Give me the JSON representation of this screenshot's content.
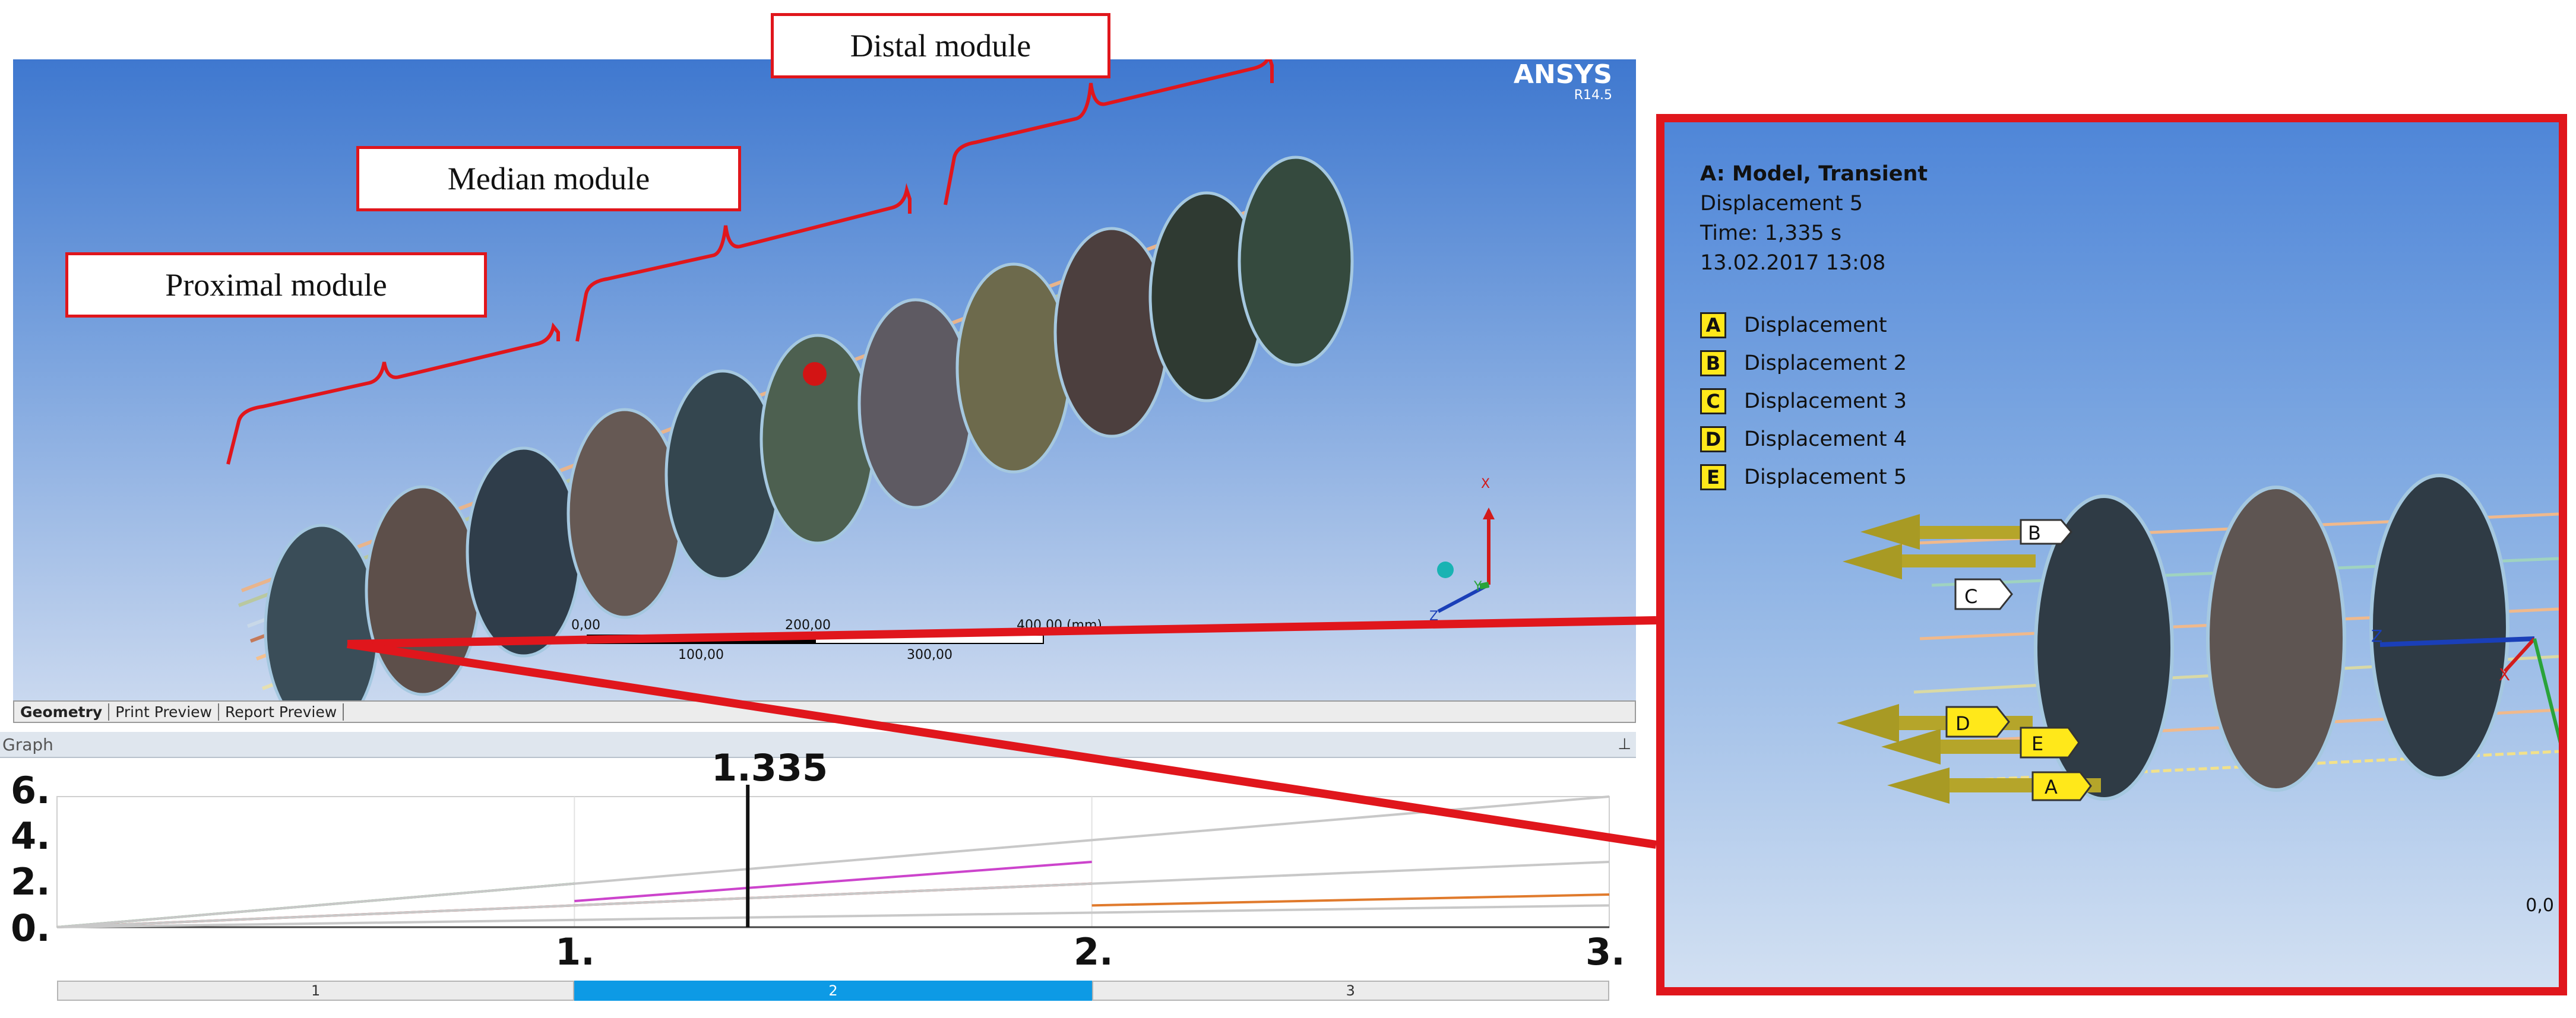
{
  "labels": {
    "distal": "Distal module",
    "median": "Median module",
    "proximal": "Proximal module"
  },
  "left_view": {
    "logo": "ANSYS",
    "version": "R14.5",
    "triad": {
      "x": "X",
      "y": "Y",
      "z": "Z"
    },
    "scale_bar": {
      "top_labels": [
        "0,00",
        "200,00",
        "400,00 (mm)"
      ],
      "bottom_labels": [
        "100,00",
        "300,00"
      ]
    }
  },
  "tabs": [
    "Geometry",
    "Print Preview",
    "Report Preview"
  ],
  "graph": {
    "header": "Graph",
    "pin_icon": "pin-icon",
    "cursor_value": "1.335",
    "y_ticks": [
      "6.",
      "4.",
      "2.",
      "0."
    ],
    "x_ticks": [
      "1.",
      "2.",
      "3."
    ],
    "timeline_steps": [
      "1",
      "2",
      "3"
    ],
    "active_step": "2"
  },
  "chart_data": {
    "type": "line",
    "xlim": [
      0,
      3
    ],
    "ylim": [
      0,
      6
    ],
    "cursor_x": 1.335,
    "series": [
      {
        "color": "#2e9a3a",
        "x": [
          0,
          1
        ],
        "y": [
          0,
          2.0
        ]
      },
      {
        "color": "#cc44cc",
        "x": [
          1,
          2
        ],
        "y": [
          1.2,
          3.0
        ]
      },
      {
        "color": "#d62828",
        "x": [
          0,
          2
        ],
        "y": [
          0,
          2.0
        ]
      },
      {
        "color": "#e07a2c",
        "x": [
          2,
          3
        ],
        "y": [
          1.0,
          1.5
        ]
      },
      {
        "color": "#c8c8c8",
        "x": [
          0,
          3
        ],
        "y": [
          0,
          6.0
        ]
      },
      {
        "color": "#c8c8c8",
        "x": [
          0,
          3
        ],
        "y": [
          0,
          3.0
        ]
      },
      {
        "color": "#c8c8c8",
        "x": [
          0,
          3
        ],
        "y": [
          0,
          1.0
        ]
      }
    ]
  },
  "detail": {
    "title": "A: Model, Transient",
    "lines": [
      "Displacement 5",
      "Time: 1,335 s",
      "13.02.2017 13:08"
    ],
    "legend": [
      {
        "key": "A",
        "label": "Displacement"
      },
      {
        "key": "B",
        "label": "Displacement 2"
      },
      {
        "key": "C",
        "label": "Displacement 3"
      },
      {
        "key": "D",
        "label": "Displacement 4"
      },
      {
        "key": "E",
        "label": "Displacement 5"
      }
    ],
    "arrow_tags": [
      "A",
      "B",
      "C",
      "D",
      "E"
    ],
    "triad": {
      "x": "X",
      "y": "Y",
      "z": "Z"
    },
    "corner_value": "0,0"
  },
  "colors": {
    "callout": "#e0161c",
    "legend_key": "#ffe81a",
    "active_step": "#0d9ae5"
  }
}
